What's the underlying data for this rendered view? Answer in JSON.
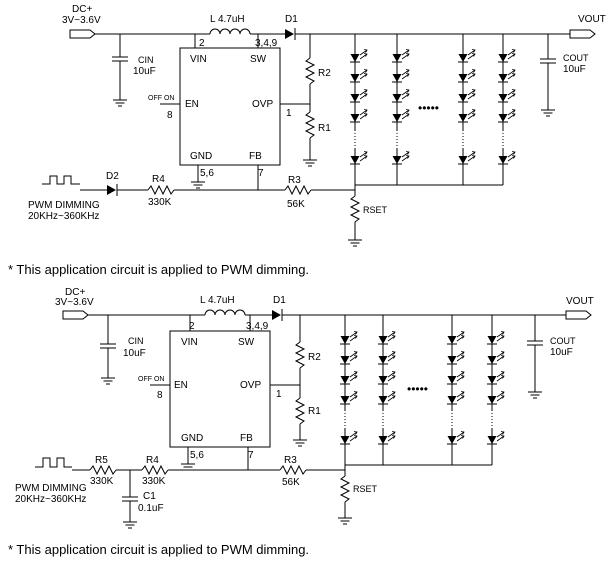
{
  "notes": [
    "* This application circuit is applied to PWM dimming.",
    "* This application circuit is applied to PWM dimming."
  ],
  "circuit1": {
    "dc_in": "DC+",
    "vin_range": "3V~3.6V",
    "inductor": "L 4.7uH",
    "diode_out": "D1",
    "vout": "VOUT",
    "cin_name": "CIN",
    "cin_value": "10uF",
    "cout_name": "COUT",
    "cout_value": "10uF",
    "pin_vin_num": "2",
    "pin_sw_num": "3,4,9",
    "pin_vin": "VIN",
    "pin_sw": "SW",
    "pin_en": "EN",
    "pin_en_num": "8",
    "off_on": "OFF ON",
    "pin_ovp": "OVP",
    "pin_ovp_num": "1",
    "pin_gnd": "GND",
    "pin_gnd_num": "5,6",
    "pin_fb": "FB",
    "pin_fb_num": "7",
    "r2": "R2",
    "r1": "R1",
    "d2": "D2",
    "r4": "R4",
    "r4_value": "330K",
    "r3": "R3",
    "r3_value": "56K",
    "rset": "RSET",
    "pwm_label": "PWM DIMMING",
    "pwm_freq": "20KHz~360KHz"
  },
  "circuit2": {
    "dc_in": "DC+",
    "vin_range": "3V~3.6V",
    "inductor": "L 4.7uH",
    "diode_out": "D1",
    "vout": "VOUT",
    "cin_name": "CIN",
    "cin_value": "10uF",
    "cout_name": "COUT",
    "cout_value": "10uF",
    "pin_vin_num": "2",
    "pin_sw_num": "3,4,9",
    "pin_vin": "VIN",
    "pin_sw": "SW",
    "pin_en": "EN",
    "pin_en_num": "8",
    "off_on": "OFF ON",
    "pin_ovp": "OVP",
    "pin_ovp_num": "1",
    "pin_gnd": "GND",
    "pin_gnd_num": "5,6",
    "pin_fb": "FB",
    "pin_fb_num": "7",
    "r2": "R2",
    "r1": "R1",
    "r5": "R5",
    "r5_value": "330K",
    "r4": "R4",
    "r4_value": "330K",
    "r3": "R3",
    "r3_value": "56K",
    "c1": "C1",
    "c1_value": "0.1uF",
    "rset": "RSET",
    "pwm_label": "PWM DIMMING",
    "pwm_freq": "20KHz~360KHz"
  },
  "ellipsis": "•••••"
}
